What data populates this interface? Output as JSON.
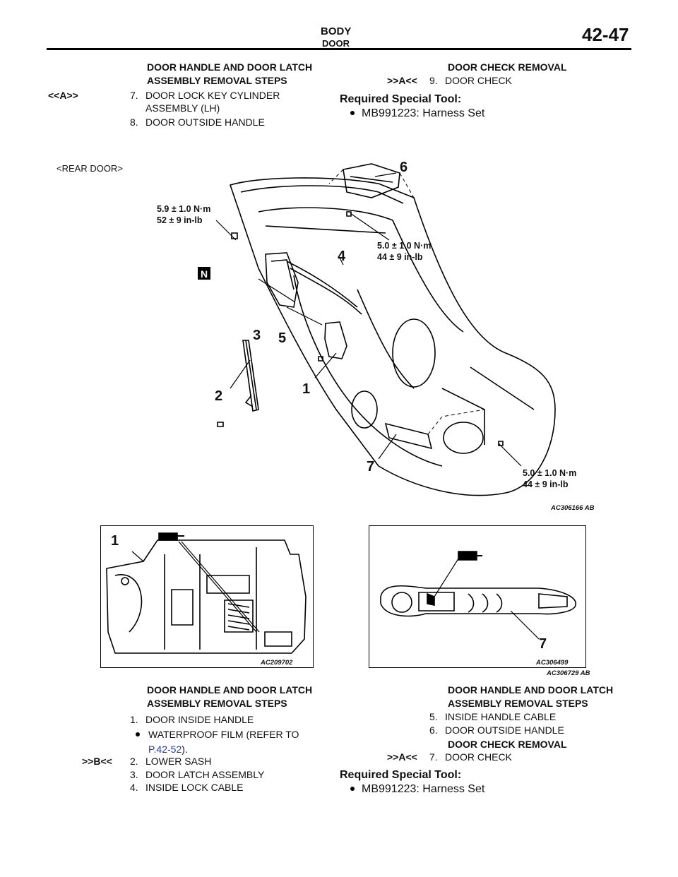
{
  "header": {
    "title": "BODY",
    "subtitle": "DOOR",
    "page_number": "42-47"
  },
  "top_left": {
    "heading_line1": "DOOR HANDLE AND DOOR LATCH",
    "heading_line2": "ASSEMBLY REMOVAL STEPS",
    "items": [
      {
        "marker": "<<A>>",
        "num": "7.",
        "line1": "DOOR LOCK KEY CYLINDER",
        "line2": "ASSEMBLY (LH)"
      },
      {
        "marker": "",
        "num": "8.",
        "line1": "DOOR OUTSIDE HANDLE",
        "line2": ""
      }
    ]
  },
  "top_right": {
    "heading": "DOOR CHECK REMOVAL",
    "item_marker": ">>A<<",
    "item_num": "9.",
    "item_text": "DOOR CHECK",
    "tool_heading": "Required Special Tool:",
    "tool_item": "MB991223: Harness Set"
  },
  "figure1": {
    "caption": "<REAR DOOR>",
    "code": "AC306166",
    "code_suffix": "AB",
    "callouts": [
      "1",
      "2",
      "3",
      "4",
      "5",
      "6",
      "7"
    ],
    "torque1_line1": "5.9 ± 1.0 N·m",
    "torque1_line2": "52 ± 9 in-lb",
    "torque2_line1": "5.0 ± 1.0 N·m",
    "torque2_line2": "44 ± 9 in-lb",
    "torque3_line1": "5.0 ± 1.0 N·m",
    "torque3_line2": "44 ± 9 in-lb",
    "n_mark": "N"
  },
  "figure2": {
    "left_code": "AC209702",
    "left_callout": "1",
    "right_code": "AC306499",
    "right_callout": "7",
    "group_code": "AC306729",
    "group_suffix": "AB"
  },
  "bottom_left": {
    "heading_line1": "DOOR HANDLE AND DOOR LATCH",
    "heading_line2": "ASSEMBLY REMOVAL STEPS",
    "item1_num": "1.",
    "item1_text": "DOOR INSIDE HANDLE",
    "bullet_line1": "WATERPROOF FILM (REFER TO",
    "bullet_link": "P.42-52",
    "bullet_tail": ").",
    "item2_marker": ">>B<<",
    "item2_num": "2.",
    "item2_text": "LOWER SASH",
    "item3_num": "3.",
    "item3_text": "DOOR LATCH ASSEMBLY",
    "item4_num": "4.",
    "item4_text": "INSIDE LOCK CABLE"
  },
  "bottom_right": {
    "heading_line1": "DOOR HANDLE AND DOOR LATCH",
    "heading_line2": "ASSEMBLY REMOVAL STEPS",
    "item5_num": "5.",
    "item5_text": "INSIDE HANDLE CABLE",
    "item6_num": "6.",
    "item6_text": "DOOR OUTSIDE HANDLE",
    "check_heading": "DOOR CHECK REMOVAL",
    "item7_marker": ">>A<<",
    "item7_num": "7.",
    "item7_text": "DOOR CHECK",
    "tool_heading": "Required Special Tool:",
    "tool_item": "MB991223: Harness Set"
  }
}
